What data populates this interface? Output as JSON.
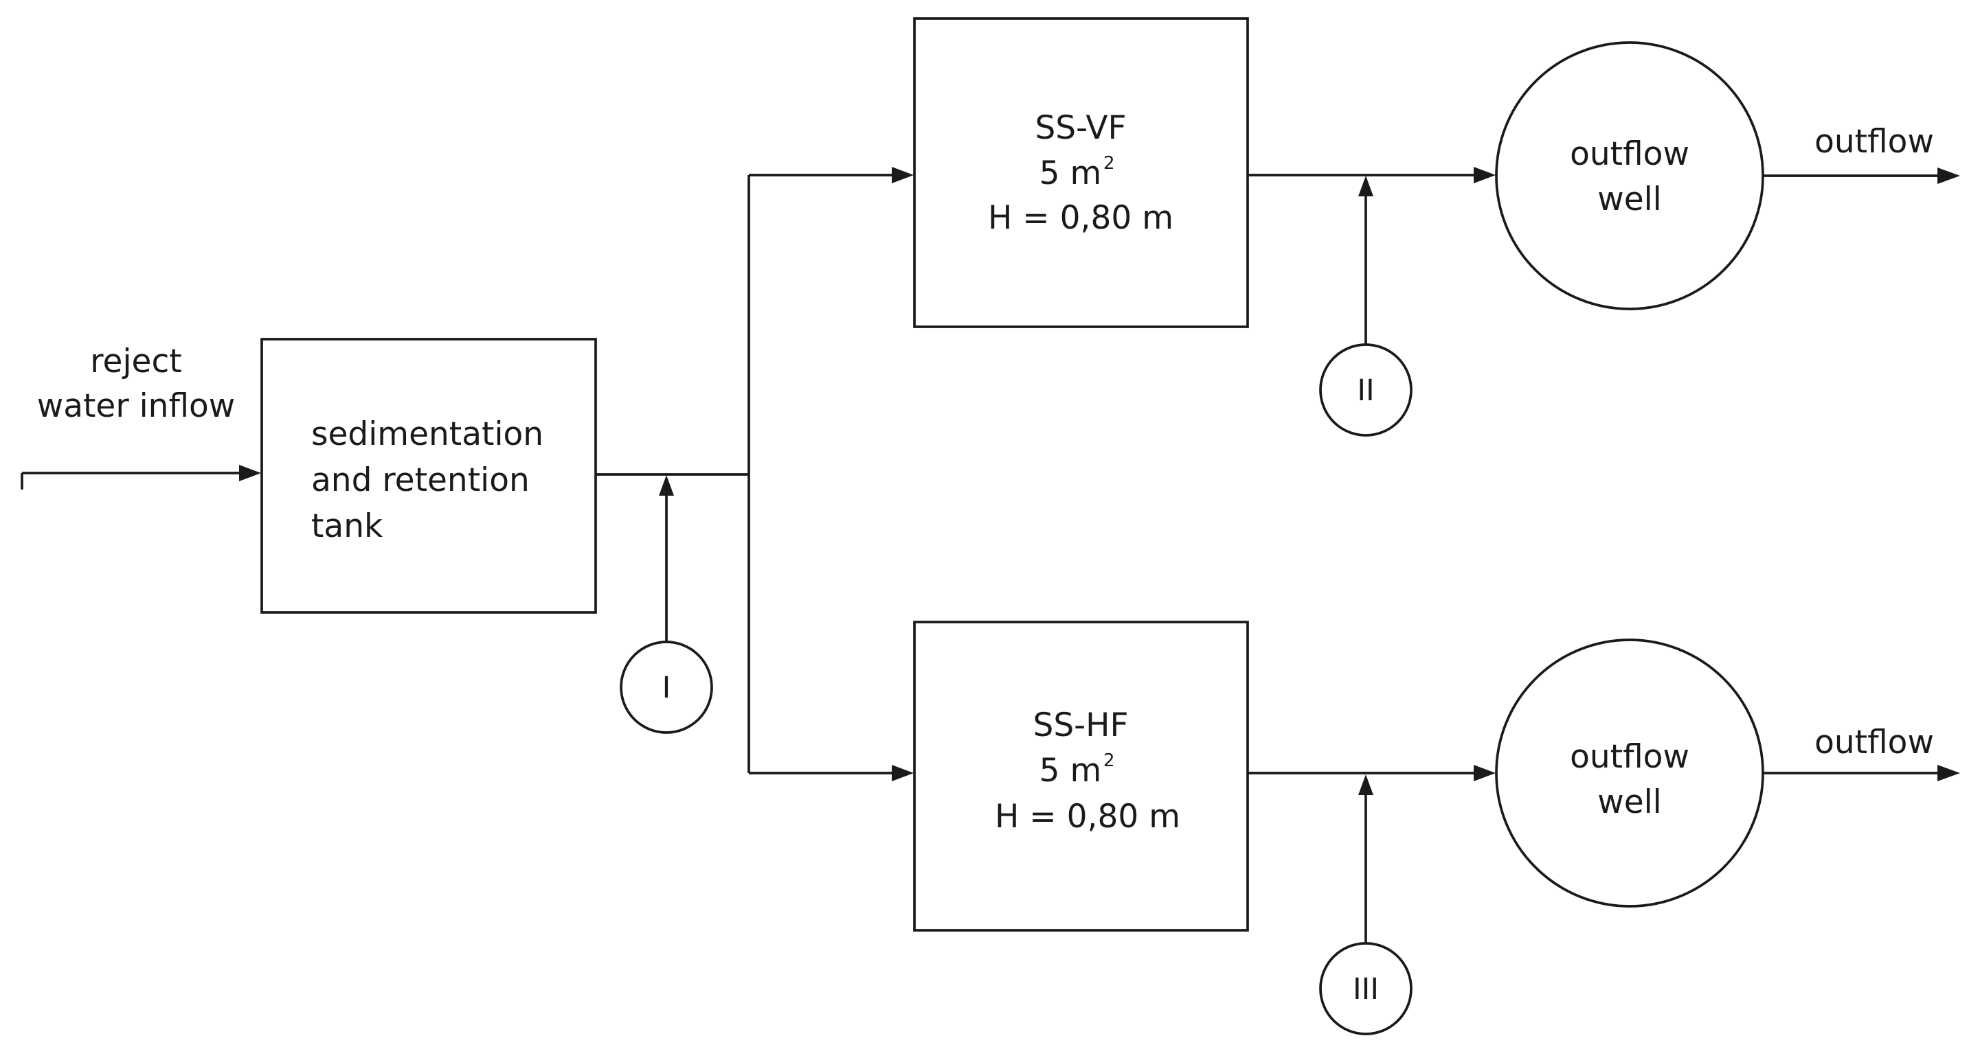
{
  "inflow": {
    "line1": "reject",
    "line2": "water inflow"
  },
  "tank": {
    "line1": "sedimentation",
    "line2": "and retention",
    "line3": "tank"
  },
  "filter_vf": {
    "name": "SS-VF",
    "area": "5 m",
    "area_sup": "2",
    "height": "H = 0,80 m"
  },
  "filter_hf": {
    "name": "SS-HF",
    "area": "5 m",
    "area_sup": "2",
    "height": "H = 0,80 m"
  },
  "well_top": {
    "line1": "outflow",
    "line2": "well",
    "outflow_label": "outflow"
  },
  "well_bottom": {
    "line1": "outflow",
    "line2": "well",
    "outflow_label": "outflow"
  },
  "sampling_points": {
    "p1": "I",
    "p2": "II",
    "p3": "III"
  }
}
